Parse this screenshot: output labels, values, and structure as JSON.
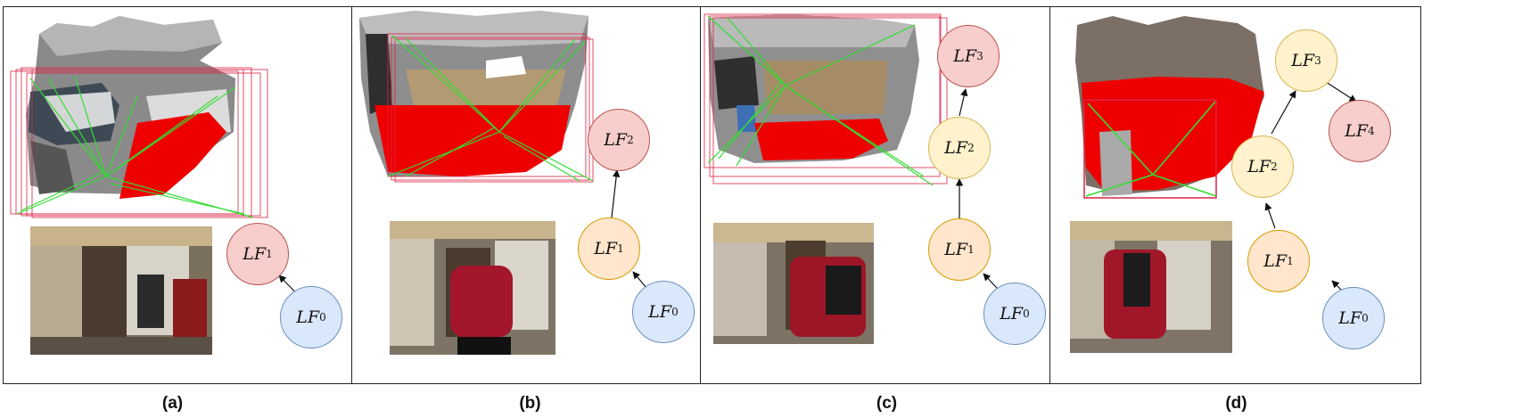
{
  "panels": [
    {
      "caption": "(a)",
      "nodes": [
        {
          "sym": "LF",
          "sub": "1"
        },
        {
          "sym": "LF",
          "sub": "0"
        }
      ]
    },
    {
      "caption": "(b)",
      "nodes": [
        {
          "sym": "LF",
          "sub": "2"
        },
        {
          "sym": "LF",
          "sub": "1"
        },
        {
          "sym": "LF",
          "sub": "0"
        }
      ]
    },
    {
      "caption": "(c)",
      "nodes": [
        {
          "sym": "LF",
          "sub": "3"
        },
        {
          "sym": "LF",
          "sub": "2"
        },
        {
          "sym": "LF",
          "sub": "1"
        },
        {
          "sym": "LF",
          "sub": "0"
        }
      ]
    },
    {
      "caption": "(d)",
      "nodes": [
        {
          "sym": "LF",
          "sub": "3"
        },
        {
          "sym": "LF",
          "sub": "4"
        },
        {
          "sym": "LF",
          "sub": "2"
        },
        {
          "sym": "LF",
          "sub": "1"
        },
        {
          "sym": "LF",
          "sub": "0"
        }
      ]
    }
  ],
  "colors": {
    "blue_fill": "#dae8fc",
    "red_fill": "#f8cecc",
    "yellow_fill": "#fff2cc",
    "orange_fill": "#ffe6cc",
    "floor_red": "#ee0000",
    "frustum_green": "#33dd33",
    "frame_red": "#dd2244"
  }
}
